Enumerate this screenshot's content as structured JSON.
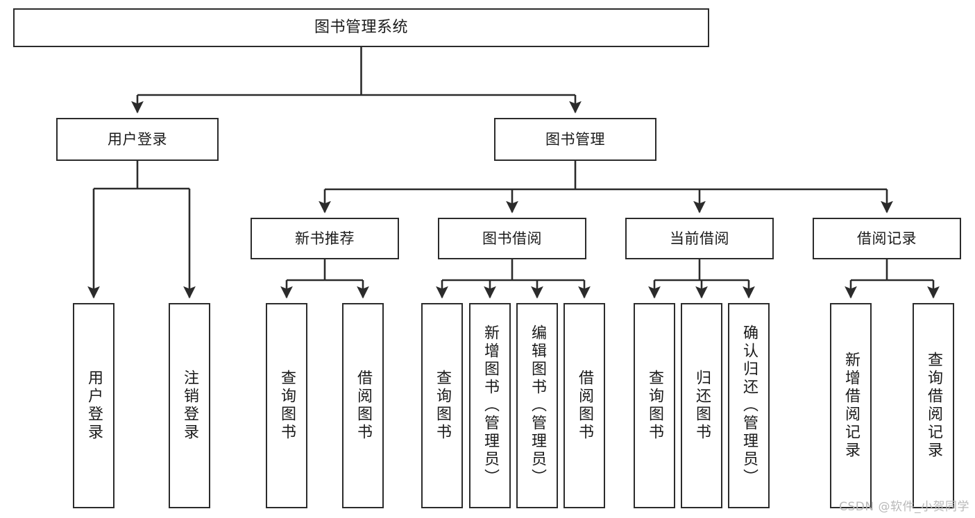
{
  "diagram": {
    "title": "图书管理系统",
    "watermark": "CSDN @软件_小贺同学",
    "theme": {
      "background": "#ffffff",
      "node_border": "#2b2b2b",
      "node_fill": "#ffffff",
      "edge_color": "#2b2b2b",
      "text_color": "#1a1a1a",
      "watermark_color": "#b9b9b9"
    },
    "nodes": {
      "root": {
        "label": "图书管理系统"
      },
      "level2": [
        {
          "id": "user-login",
          "label": "用户登录"
        },
        {
          "id": "book-management",
          "label": "图书管理"
        }
      ],
      "level3": [
        {
          "id": "new-book-recommend",
          "label": "新书推荐"
        },
        {
          "id": "book-borrow",
          "label": "图书借阅"
        },
        {
          "id": "current-borrow",
          "label": "当前借阅"
        },
        {
          "id": "borrow-record",
          "label": "借阅记录"
        }
      ],
      "leaves": {
        "user_login": [
          {
            "id": "leaf-user-login",
            "label": "用户登录"
          },
          {
            "id": "leaf-logout-login",
            "label": "注销登录"
          }
        ],
        "new_book_recommend": [
          {
            "id": "leaf-query-book-1",
            "label": "查询图书"
          },
          {
            "id": "leaf-borrow-book-1",
            "label": "借阅图书"
          }
        ],
        "book_borrow": [
          {
            "id": "leaf-query-book-2",
            "label": "查询图书"
          },
          {
            "id": "leaf-add-book",
            "label": "新增图书（管理员）"
          },
          {
            "id": "leaf-edit-book",
            "label": "编辑图书（管理员）"
          },
          {
            "id": "leaf-borrow-book-2",
            "label": "借阅图书"
          }
        ],
        "current_borrow": [
          {
            "id": "leaf-query-book-3",
            "label": "查询图书"
          },
          {
            "id": "leaf-return-book",
            "label": "归还图书"
          },
          {
            "id": "leaf-confirm-return",
            "label": "确认归还（管理员）"
          }
        ],
        "borrow_record": [
          {
            "id": "leaf-add-record",
            "label": "新增借阅记录"
          },
          {
            "id": "leaf-query-record",
            "label": "查询借阅记录"
          }
        ]
      }
    }
  }
}
